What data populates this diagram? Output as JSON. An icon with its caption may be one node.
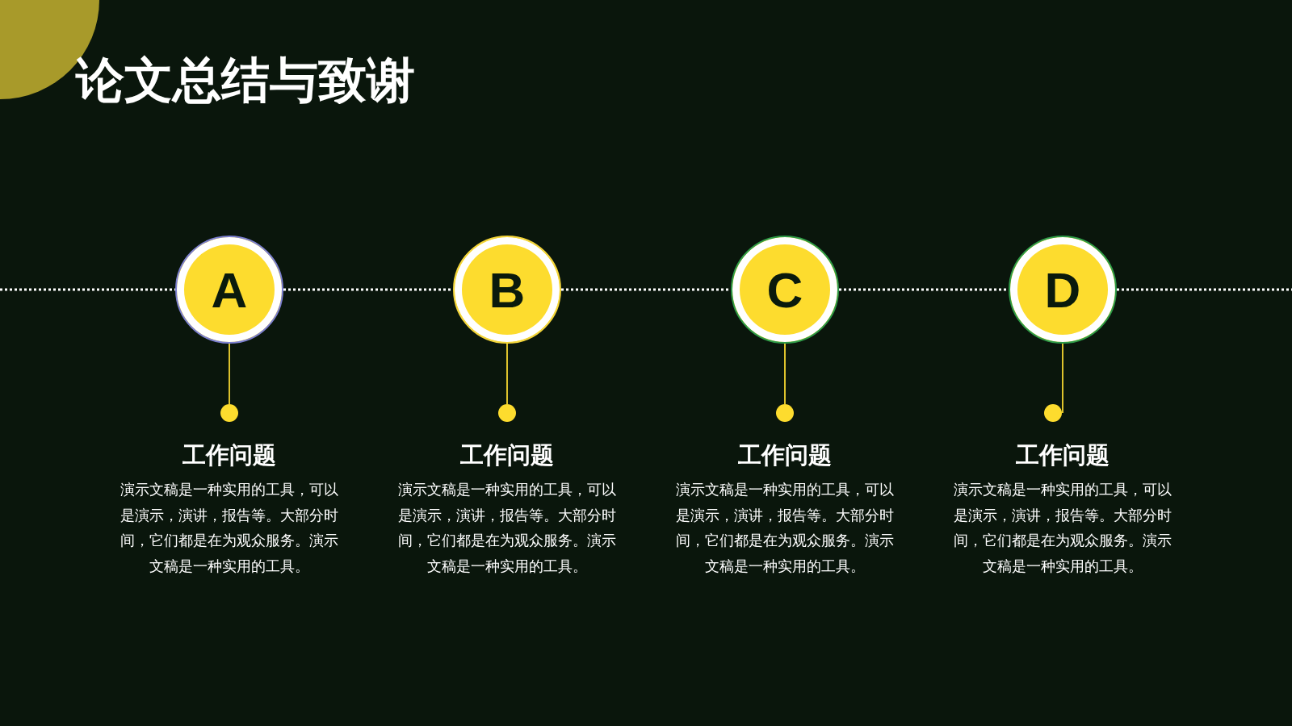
{
  "diagram": {
    "title": "论文总结与致谢",
    "nodes": [
      {
        "text": [
          "A"
        ]
      },
      {
        "text": [
          "B"
        ]
      },
      {
        "text": [
          "C"
        ]
      },
      {
        "text": [
          "D"
        ]
      },
      {
        "text": [],
        "shape": "circle",
        "beside": [
          "工作问题",
          "演示文稿是一种实用的工具，可以是演示，演讲，报告等。大部分时间，它们都是在为观众服务。演示文稿是一种实用的工具。"
        ]
      },
      {
        "text": [],
        "shape": "circle",
        "beside": [
          "工作问题",
          "演示文稿是一种实用的工具，可以是演示，演讲，报告等。大部分时间，它们都是在为观众服务。演示文稿是一种实用的工具。"
        ]
      },
      {
        "text": [],
        "shape": "circle",
        "beside": [
          "工作问题",
          "演示文稿是一种实用的工具，可以是演示，演讲，报告等。大部分时间，它们都是在为观众服务。演示文稿是一种实用的工具。"
        ]
      },
      {
        "text": [],
        "shape": "circle",
        "beside": [
          "工作问题",
          "演示文稿是一种实用的工具，可以是演示，演讲，报告等。大部分时间，它们都是在为观众服务。演示文稿是一种实用的工具。"
        ]
      }
    ],
    "edges": [
      {
        "from": null,
        "to": 0,
        "arrow": "none",
        "style": "dashed"
      },
      {
        "from": 0,
        "to": 1,
        "arrow": "none",
        "style": "dashed"
      },
      {
        "from": 1,
        "to": 2,
        "arrow": "none",
        "style": "dashed"
      },
      {
        "from": 2,
        "to": 3,
        "arrow": "none",
        "style": "dashed"
      },
      {
        "from": 3,
        "to": null,
        "arrow": "none",
        "style": "dashed"
      },
      {
        "from": 0,
        "to": 4,
        "arrow": "none",
        "color": "#f5d630"
      },
      {
        "from": 1,
        "to": 5,
        "arrow": "none",
        "color": "#f5d630"
      },
      {
        "from": 2,
        "to": 6,
        "arrow": "none",
        "color": "#f5d630"
      },
      {
        "from": 3,
        "to": 7,
        "arrow": "none",
        "color": "#f5d630"
      }
    ]
  }
}
